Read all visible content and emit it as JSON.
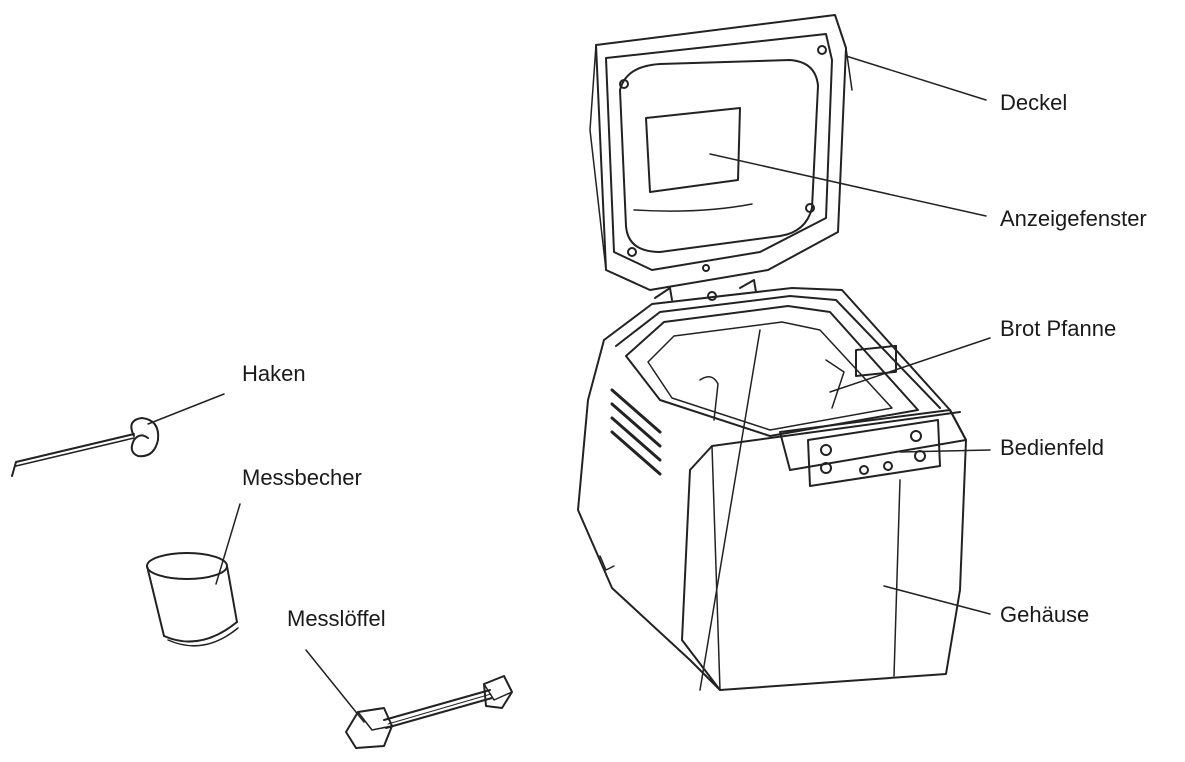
{
  "labels": {
    "deckel": "Deckel",
    "anzeigefenster": "Anzeigefenster",
    "brot_pfanne": "Brot Pfanne",
    "bedienfeld": "Bedienfeld",
    "gehaeuse": "Gehäuse",
    "haken": "Haken",
    "messbecher": "Messbecher",
    "messloeffel": "Messlöffel"
  },
  "colors": {
    "line": "#222222",
    "text": "#1a1a1a",
    "background": "#ffffff"
  }
}
